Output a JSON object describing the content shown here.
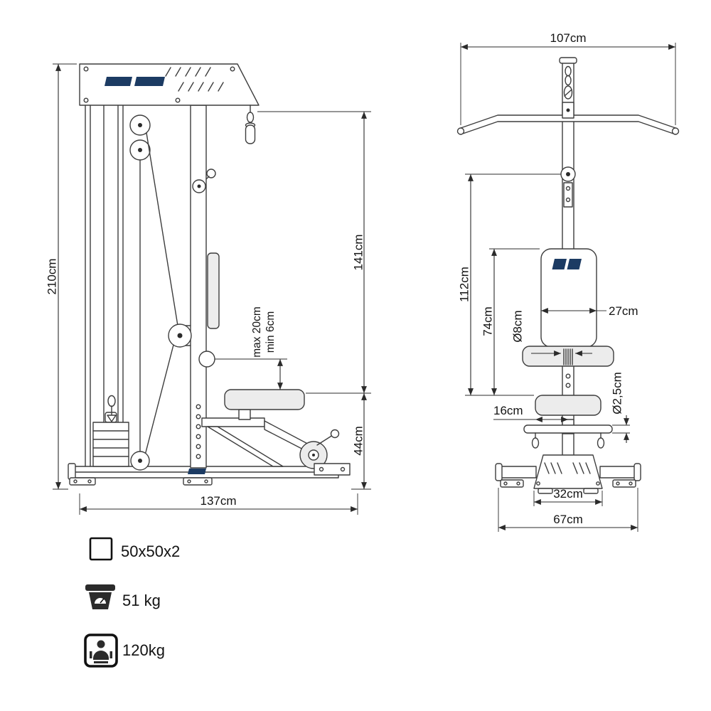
{
  "front_view": {
    "total_height": "210cm",
    "grip_height": "141cm",
    "seat_height": "44cm",
    "adjust_max": "max 20cm",
    "adjust_min": "min 6cm",
    "total_depth": "137cm"
  },
  "rear_view": {
    "bar_width": "107cm",
    "pulley_height": "112cm",
    "backrest_height": "74cm",
    "tube_diameter": "Ø8cm",
    "backrest_width": "27cm",
    "pad_offset": "16cm",
    "grip_diameter": "Ø2,5cm",
    "inner_base_width": "32cm",
    "base_width": "67cm"
  },
  "legend": {
    "profile": "50x50x2",
    "weight": "51 kg",
    "max_user": "120kg"
  }
}
